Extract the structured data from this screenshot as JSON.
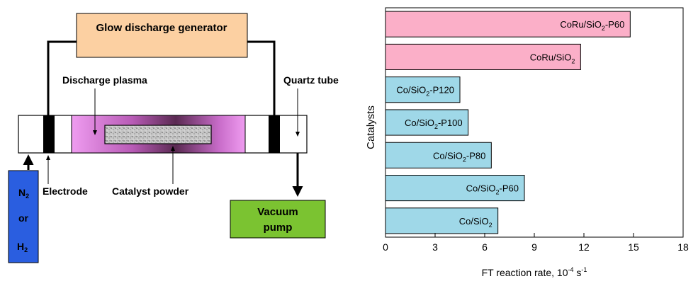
{
  "diagram": {
    "generator_label": "Glow discharge generator",
    "plasma_label": "Discharge plasma",
    "quartz_label": "Quartz tube",
    "electrode_label": "Electrode",
    "catalyst_label": "Catalyst powder",
    "gas_label": {
      "n2": "N",
      "n2_sub": "2",
      "or": "or",
      "h2": "H",
      "h2_sub": "2"
    },
    "vacuum_label_line1": "Vacuum",
    "vacuum_label_line2": "pump",
    "colors": {
      "generator_fill": "#fcd0a2",
      "gas_fill": "#2a5ee0",
      "vacuum_fill": "#7bc331",
      "plasma_fill": "#e58ae8",
      "electrode_fill": "#000000"
    }
  },
  "chart_data": {
    "type": "bar",
    "orientation": "horizontal",
    "ylabel": "Catalysts",
    "xlabel": "FT reaction rate, 10",
    "xlabel_sup1": "-4",
    "xlabel_unit": " s",
    "xlabel_sup2": "-1",
    "xlim": [
      0,
      18
    ],
    "xticks": [
      "0",
      "3",
      "6",
      "9",
      "12",
      "15",
      "18"
    ],
    "bars": [
      {
        "label": "CoRu/SiO",
        "sub": "2",
        "suffix": "-P60",
        "value": 14.8,
        "color": "#fbafc8"
      },
      {
        "label": "CoRu/SiO",
        "sub": "2",
        "suffix": "",
        "value": 11.8,
        "color": "#fbafc8"
      },
      {
        "label": "Co/SiO",
        "sub": "2",
        "suffix": "-P120",
        "value": 4.5,
        "color": "#9fd8e8"
      },
      {
        "label": "Co/SiO",
        "sub": "2",
        "suffix": "-P100",
        "value": 5.0,
        "color": "#9fd8e8"
      },
      {
        "label": "Co/SiO",
        "sub": "2",
        "suffix": "-P80",
        "value": 6.4,
        "color": "#9fd8e8"
      },
      {
        "label": "Co/SiO",
        "sub": "2",
        "suffix": "-P60",
        "value": 8.4,
        "color": "#9fd8e8"
      },
      {
        "label": "Co/SiO",
        "sub": "2",
        "suffix": "",
        "value": 6.8,
        "color": "#9fd8e8"
      }
    ]
  }
}
